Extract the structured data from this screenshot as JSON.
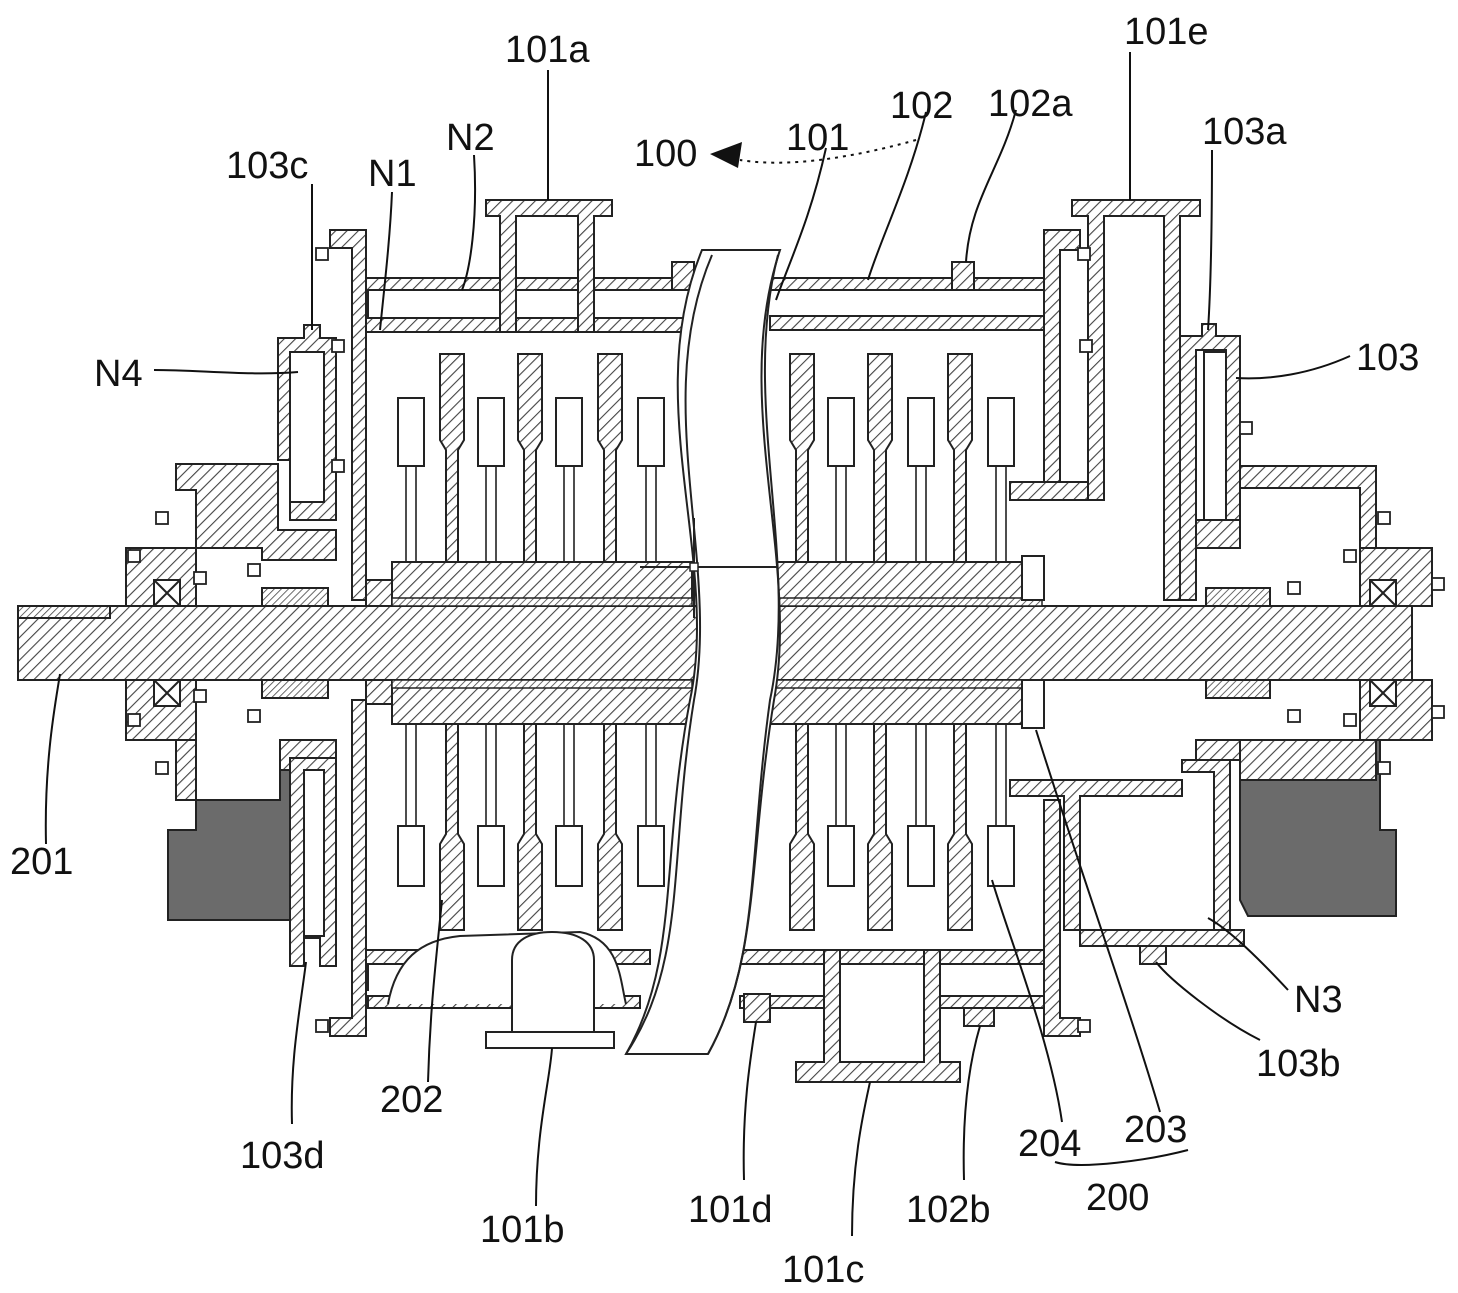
{
  "labels": {
    "l_101a": "101a",
    "l_101e": "101e",
    "l_102": "102",
    "l_102a": "102a",
    "l_101": "101",
    "l_100": "100",
    "l_103c": "103c",
    "l_n1": "N1",
    "l_n2": "N2",
    "l_103a": "103a",
    "l_103": "103",
    "l_n4": "N4",
    "l_201": "201",
    "l_202": "202",
    "l_103d": "103d",
    "l_101b": "101b",
    "l_101d": "101d",
    "l_101c": "101c",
    "l_102b": "102b",
    "l_204": "204",
    "l_203": "203",
    "l_200": "200",
    "l_103b": "103b",
    "l_n3": "N3"
  },
  "colors": {
    "ink": "#222222",
    "background": "#ffffff"
  }
}
